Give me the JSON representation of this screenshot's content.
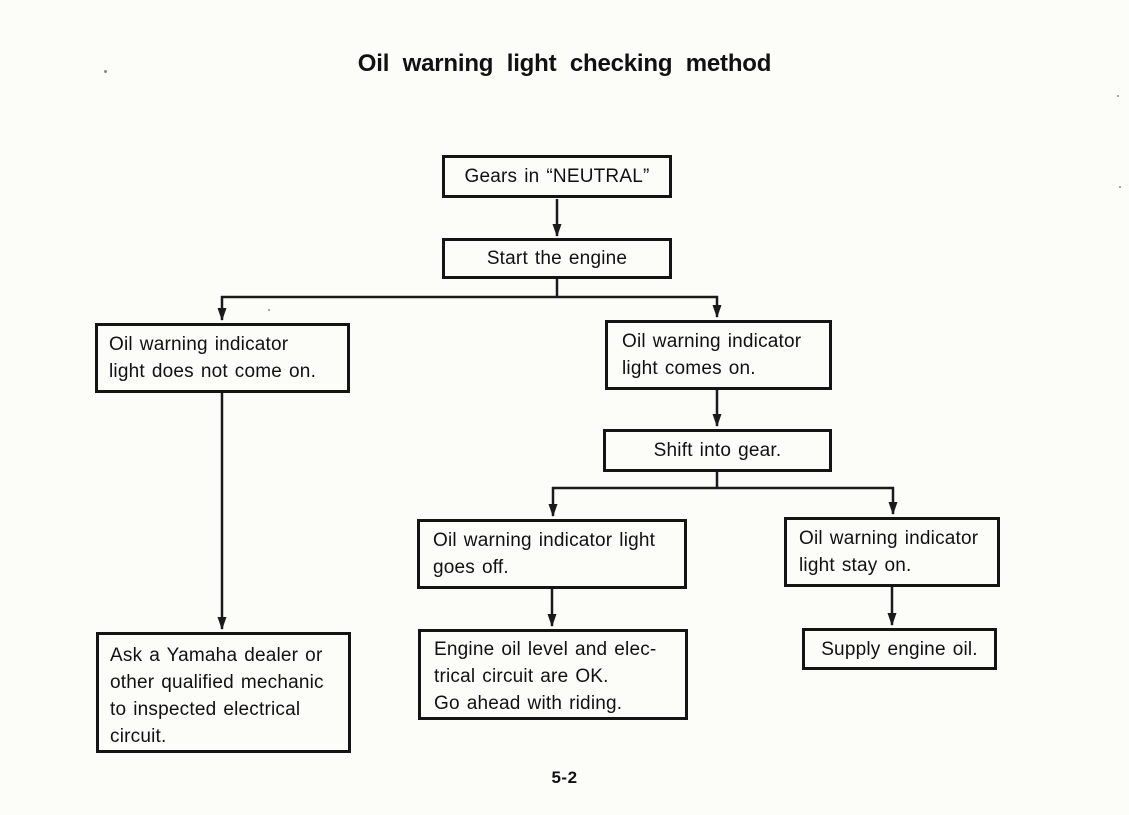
{
  "colors": {
    "background": "#fcfcf9",
    "ink": "#161616"
  },
  "page": {
    "title": "Oil warning light checking method",
    "page_number": "5-2"
  },
  "flowchart": {
    "nodes": {
      "gears_neutral": "Gears in “NEUTRAL”",
      "start_engine": "Start the engine",
      "light_not_on": "Oil warning indicator\nlight does not come on.",
      "light_on": "Oil warning indicator\nlight comes on.",
      "shift_gear": "Shift into gear.",
      "light_off": "Oil warning indicator light\ngoes off.",
      "light_stay_on": "Oil warning indicator\nlight stay on.",
      "ask_dealer": "Ask a Yamaha dealer or\nother qualified mechanic\nto inspected electrical\ncircuit.",
      "circuit_ok": "Engine oil level and elec-\ntrical circuit are OK.\nGo ahead with riding.",
      "supply_oil": "Supply engine oil."
    },
    "edges": [
      {
        "from": "gears_neutral",
        "to": "start_engine"
      },
      {
        "from": "start_engine",
        "to": "light_not_on"
      },
      {
        "from": "start_engine",
        "to": "light_on"
      },
      {
        "from": "light_not_on",
        "to": "ask_dealer"
      },
      {
        "from": "light_on",
        "to": "shift_gear"
      },
      {
        "from": "shift_gear",
        "to": "light_off"
      },
      {
        "from": "shift_gear",
        "to": "light_stay_on"
      },
      {
        "from": "light_off",
        "to": "circuit_ok"
      },
      {
        "from": "light_stay_on",
        "to": "supply_oil"
      }
    ]
  }
}
